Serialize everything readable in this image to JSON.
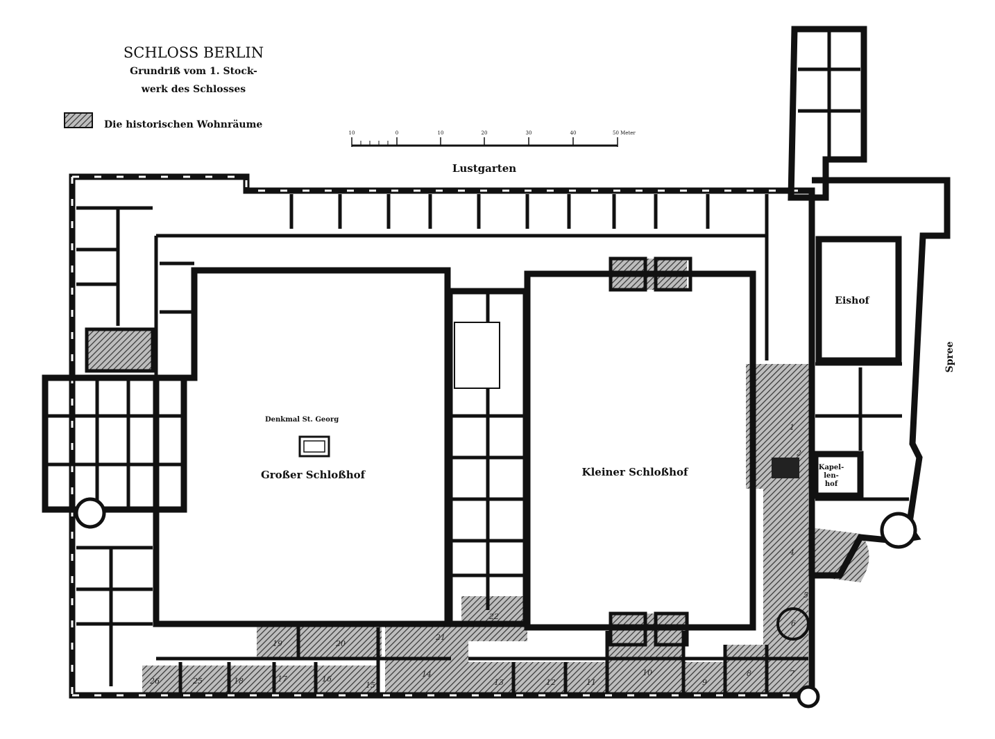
{
  "title": "SCHLOSS BERLIN",
  "subtitle_line1": "Grundriß vom 1. Stock-",
  "subtitle_line2": "werk des Schlosses",
  "legend": {
    "label": "Die historischen Wohnräume",
    "color": "#8a8a8a"
  },
  "scale": {
    "ticks": [
      "10",
      "0",
      "10",
      "20",
      "30",
      "40",
      "50 Meter"
    ]
  },
  "labels": {
    "lustgarten": "Lustgarten",
    "denkmal": "Denkmal St. Georg",
    "grosser_hof": "Großer Schloßhof",
    "kleiner_hof": "Kleiner Schloßhof",
    "eishof": "Eishof",
    "kapellenhof_1": "Kapel-",
    "kapellenhof_2": "len-",
    "kapellenhof_3": "hof",
    "spree": "Spree"
  },
  "room_numbers": [
    "1",
    "2",
    "4",
    "5",
    "6",
    "7",
    "8",
    "9",
    "10",
    "11",
    "12",
    "13",
    "14",
    "15",
    "16",
    "17",
    "18",
    "19",
    "20",
    "21",
    "22",
    "25",
    "26"
  ]
}
